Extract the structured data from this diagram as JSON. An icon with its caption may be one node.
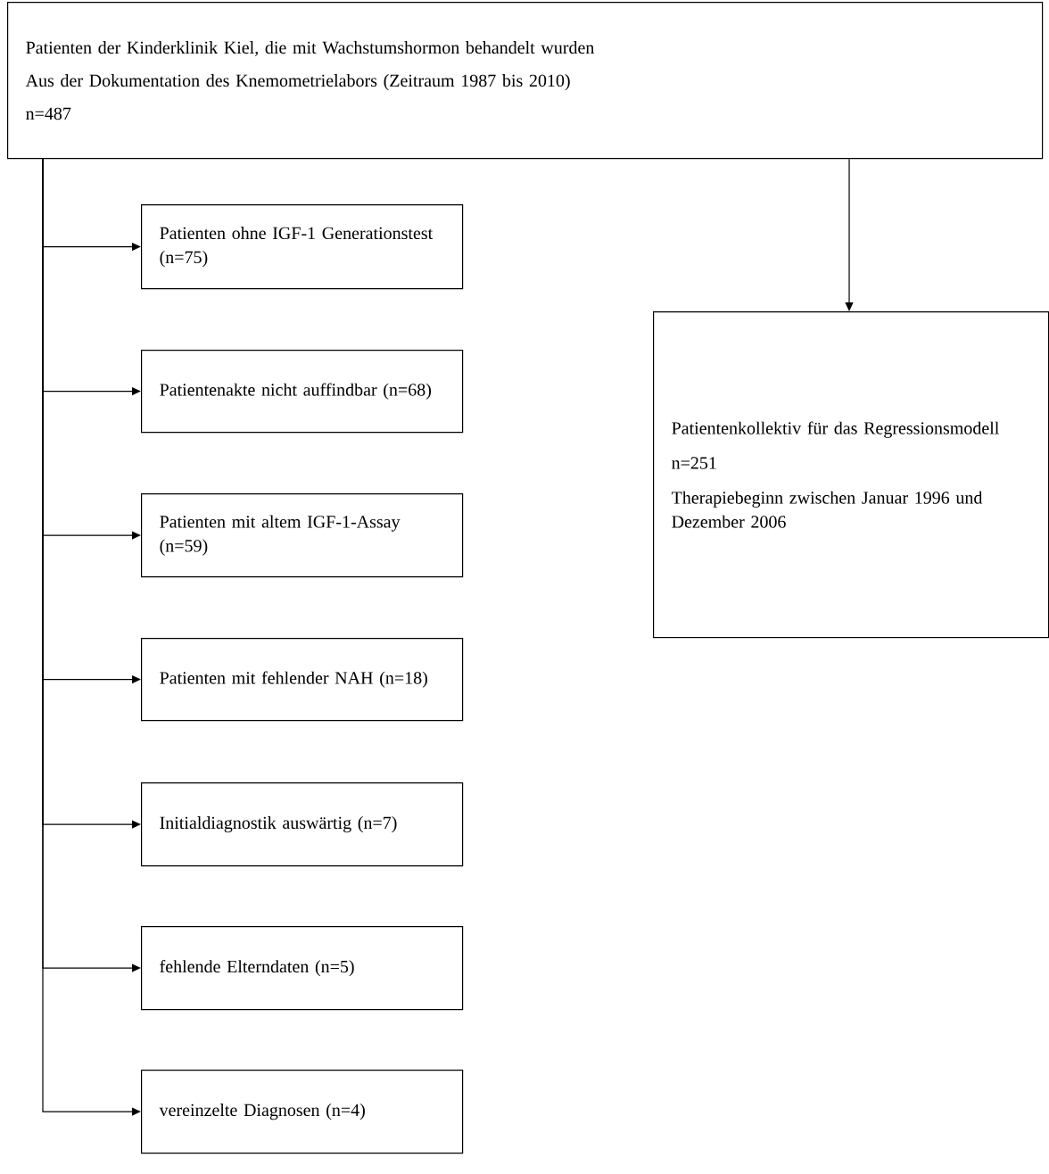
{
  "diagram": {
    "nodes": [
      {
        "text": [
          "Patienten der Kinderklinik Kiel, die mit Wachstumshormon behandelt wurden",
          "Aus der Dokumentation des Knemometrielabors  (Zeitraum 1987 bis  2010)",
          "n=487"
        ]
      },
      {
        "text": [
          "Patienten ohne IGF-1 Generationstest (n=75)"
        ]
      },
      {
        "text": [
          "Patientenakte  nicht auffindbar (n=68)"
        ]
      },
      {
        "text": [
          "Patienten mit altem IGF-1-Assay (n=59)"
        ]
      },
      {
        "text": [
          "Patienten mit fehlender NAH (n=18)"
        ]
      },
      {
        "text": [
          "Initialdiagnostik auswärtig (n=7)"
        ]
      },
      {
        "text": [
          "fehlende Elterndaten (n=5)"
        ]
      },
      {
        "text": [
          "vereinzelte Diagnosen (n=4)"
        ]
      },
      {
        "text": [
          "Patientenkollektiv für das Regressionsmodell",
          "n=251",
          "Therapiebeginn zwischen Januar 1996 und Dezember 2006"
        ]
      }
    ],
    "edges": [
      {
        "from": 0,
        "to": 1,
        "arrow": "to"
      },
      {
        "from": 0,
        "to": 2,
        "arrow": "to"
      },
      {
        "from": 0,
        "to": 3,
        "arrow": "to"
      },
      {
        "from": 0,
        "to": 4,
        "arrow": "to"
      },
      {
        "from": 0,
        "to": 5,
        "arrow": "to"
      },
      {
        "from": 0,
        "to": 6,
        "arrow": "to"
      },
      {
        "from": 0,
        "to": 7,
        "arrow": "to"
      },
      {
        "from": 0,
        "to": 8,
        "arrow": "to"
      }
    ]
  }
}
